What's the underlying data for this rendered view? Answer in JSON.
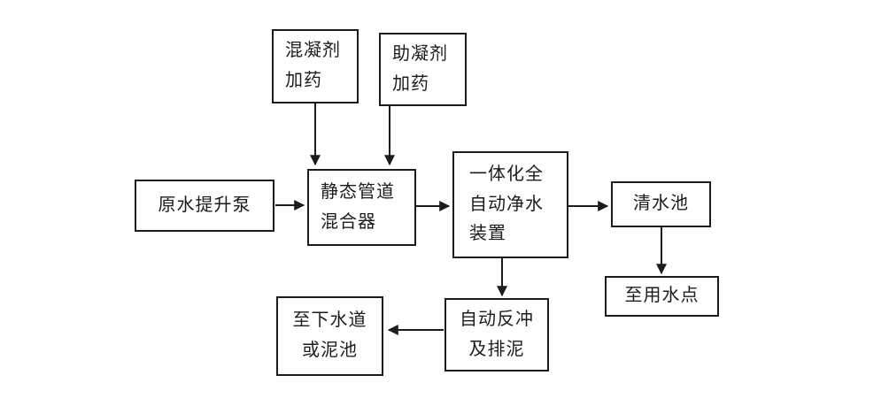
{
  "diagram": {
    "type": "flowchart",
    "background_color": "#ffffff",
    "line_color": "#1c1c1c",
    "box_fill": "#ffffff",
    "boxes": [
      {
        "id": "coagulant-dosing",
        "label": "混凝剂\n加药"
      },
      {
        "id": "coagulant-aid-dosing",
        "label": "助凝剂\n加药"
      },
      {
        "id": "raw-water-lift-pump",
        "label": "原水提升泵"
      },
      {
        "id": "static-pipe-mixer",
        "label": "静态管道\n混合器"
      },
      {
        "id": "integrated-automatic-purifier",
        "label": "一体化全\n自动净水\n装置"
      },
      {
        "id": "clear-water-tank",
        "label": "清水池"
      },
      {
        "id": "to-water-use-point",
        "label": "至用水点"
      },
      {
        "id": "auto-backwash-sludge",
        "label": "自动反冲\n及排泥"
      },
      {
        "id": "to-sewer-or-mud-pool",
        "label": "至下水道\n或泥池"
      }
    ],
    "connections": [
      {
        "from": "coagulant-dosing",
        "to": "static-pipe-mixer"
      },
      {
        "from": "coagulant-aid-dosing",
        "to": "static-pipe-mixer"
      },
      {
        "from": "raw-water-lift-pump",
        "to": "static-pipe-mixer"
      },
      {
        "from": "static-pipe-mixer",
        "to": "integrated-automatic-purifier"
      },
      {
        "from": "integrated-automatic-purifier",
        "to": "clear-water-tank"
      },
      {
        "from": "clear-water-tank",
        "to": "to-water-use-point"
      },
      {
        "from": "integrated-automatic-purifier",
        "to": "auto-backwash-sludge"
      },
      {
        "from": "auto-backwash-sludge",
        "to": "to-sewer-or-mud-pool"
      }
    ]
  }
}
